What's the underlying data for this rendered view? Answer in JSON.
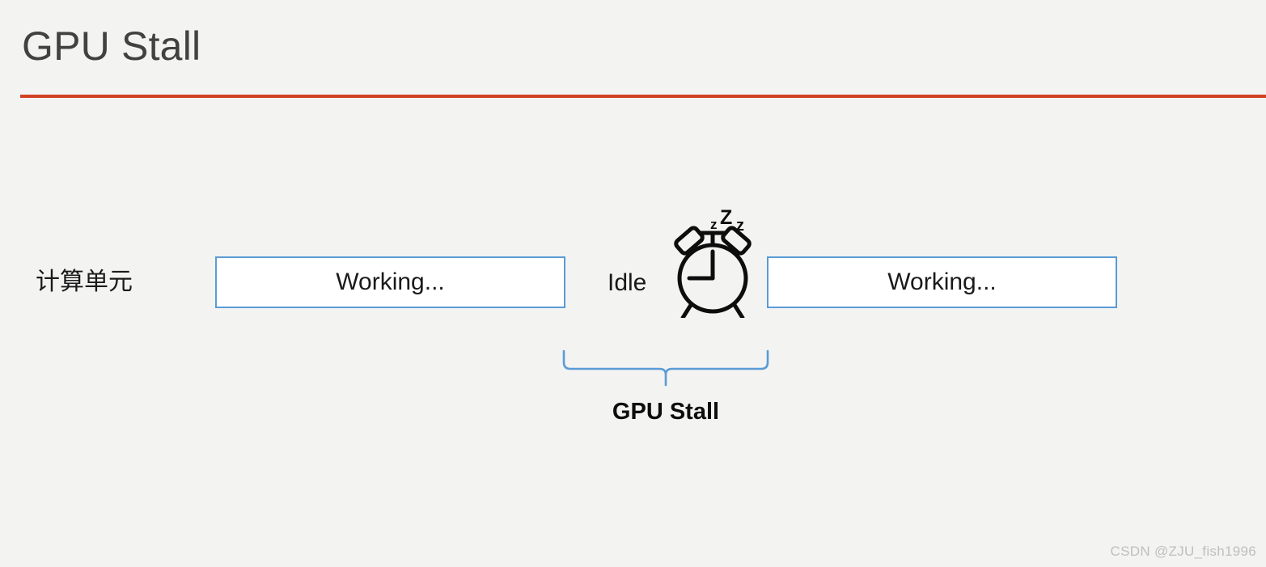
{
  "slide": {
    "title": "GPU Stall",
    "accent_color": "#d14124",
    "background_color": "#f3f3f2",
    "box_border_color": "#5b9bd5",
    "brace_color": "#5b9bd5"
  },
  "timeline": {
    "row_label": "计算单元",
    "segments": [
      {
        "id": "work-1",
        "label": "Working...",
        "kind": "working"
      },
      {
        "id": "idle",
        "label": "Idle",
        "kind": "idle"
      },
      {
        "id": "work-2",
        "label": "Working...",
        "kind": "working"
      }
    ],
    "idle_icon": "alarm-clock-sleeping-icon",
    "sleep_marks": [
      "z",
      "Z",
      "z"
    ]
  },
  "annotation": {
    "brace_caption": "GPU Stall"
  },
  "footer": {
    "watermark": "CSDN @ZJU_fish1996"
  }
}
